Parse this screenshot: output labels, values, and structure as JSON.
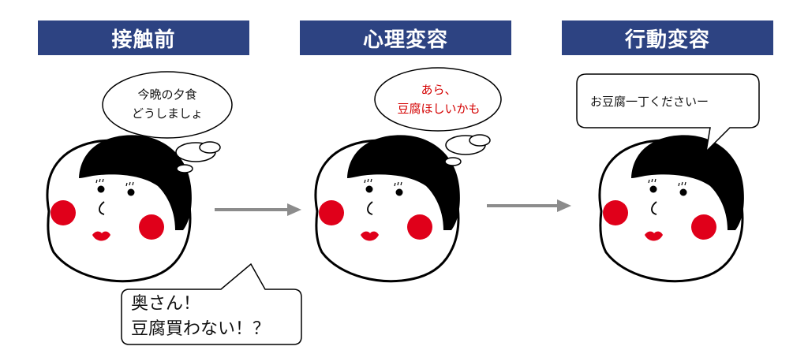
{
  "colors": {
    "header": "#2d4382",
    "cheek": "#e0001a",
    "thought_red_text": "#d40000",
    "arrow": "#8c8c8c"
  },
  "stages": [
    {
      "title": "接触前",
      "thought": [
        "今晩の夕食",
        "どうしましょ"
      ]
    },
    {
      "title": "心理変容",
      "thought": [
        "あら、",
        "豆腐ほしいかも"
      ]
    },
    {
      "title": "行動変容",
      "speech": "お豆腐一丁くださいー"
    }
  ],
  "shopkeeper": {
    "lines": [
      "奥さん！",
      "豆腐買わない！？"
    ]
  }
}
